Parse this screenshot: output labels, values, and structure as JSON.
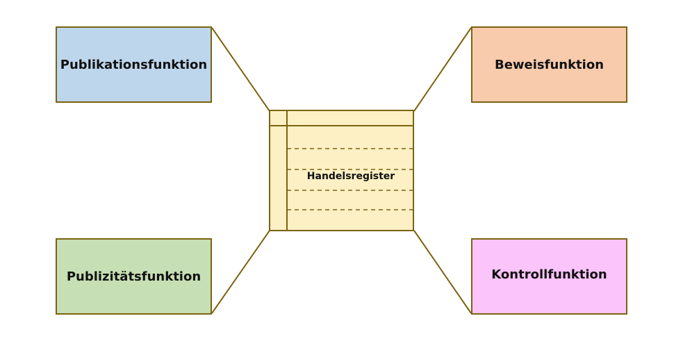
{
  "diagram": {
    "line_color": "#7a6310",
    "center": {
      "label": "Handelsregister",
      "fill": "#fdf0c4"
    },
    "boxes": {
      "publikation": {
        "label": "Publikationsfunktion",
        "fill": "#bdd6ec"
      },
      "beweis": {
        "label": "Beweisfunktion",
        "fill": "#f8cbac"
      },
      "publizitaet": {
        "label": "Publizitätsfunktion",
        "fill": "#c6dfb4"
      },
      "kontroll": {
        "label": "Kontrollfunktion",
        "fill": "#fbc4fb"
      }
    }
  }
}
